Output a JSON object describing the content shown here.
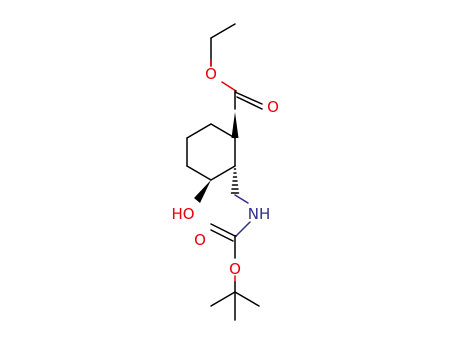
{
  "colors": {
    "bond": "#000000",
    "oxygen": "#e8000b",
    "nitrogen": "#2d2d8c",
    "background": "#ffffff"
  },
  "atoms": {
    "ester_o_single": "O",
    "ester_o_double": "O",
    "hydroxyl": "HO",
    "amine": "NH",
    "carbamate_o_double": "O",
    "carbamate_o_single": "O"
  }
}
